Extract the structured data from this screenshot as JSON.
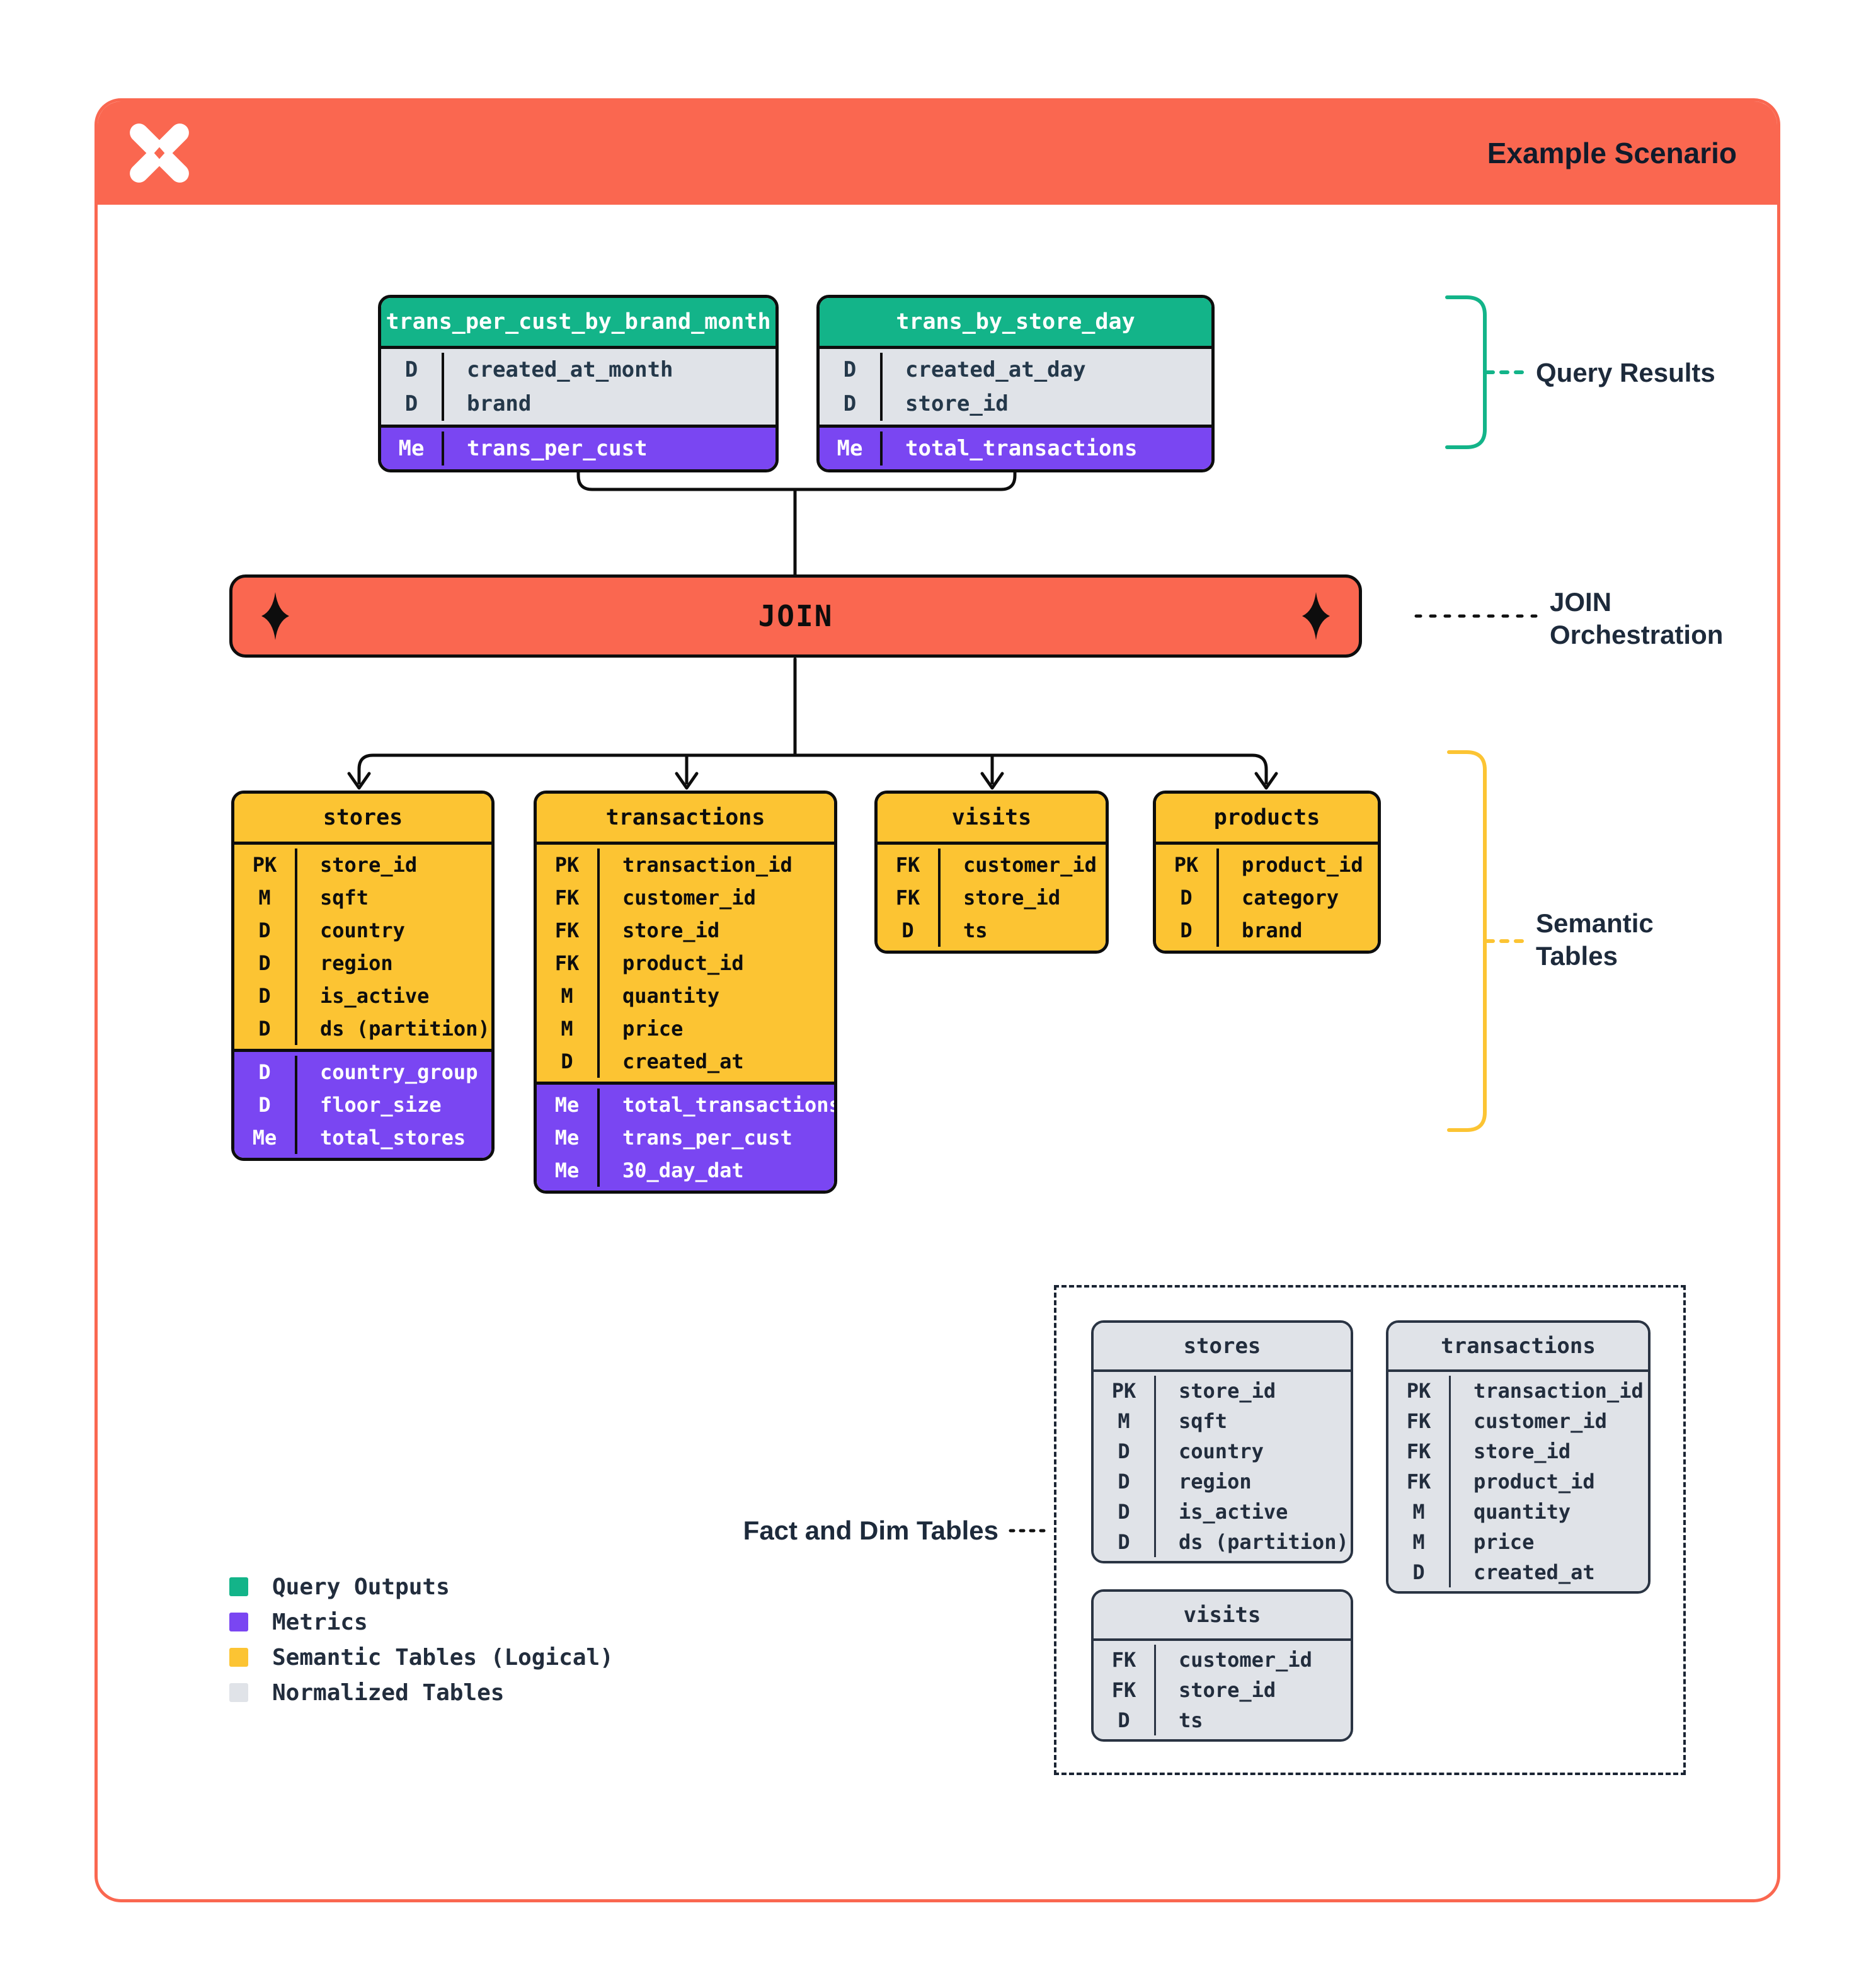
{
  "header": {
    "title": "Example Scenario"
  },
  "join": {
    "label": "JOIN"
  },
  "annotations": {
    "query_results": "Query Results",
    "join_orch": [
      "JOIN",
      "Orchestration"
    ],
    "semantic": [
      "Semantic",
      "Tables"
    ],
    "fact_dim": "Fact and Dim Tables"
  },
  "colors": {
    "orange": "#FA6750",
    "teal": "#13B489",
    "purple": "#7A46F2",
    "yellow": "#FCC433",
    "gray": "#E0E3E8",
    "navy": "#222D3D",
    "black": "#0D0D0D"
  },
  "query_tables": [
    {
      "title": "trans_per_cust_by_brand_month",
      "dims": [
        [
          "D",
          "created_at_month"
        ],
        [
          "D",
          "brand"
        ]
      ],
      "metrics": [
        [
          "Me",
          "trans_per_cust"
        ]
      ]
    },
    {
      "title": "trans_by_store_day",
      "dims": [
        [
          "D",
          "created_at_day"
        ],
        [
          "D",
          "store_id"
        ]
      ],
      "metrics": [
        [
          "Me",
          "total_transactions"
        ]
      ]
    }
  ],
  "semantic_tables": [
    {
      "title": "stores",
      "dims": [
        [
          "PK",
          "store_id"
        ],
        [
          "M",
          "sqft"
        ],
        [
          "D",
          "country"
        ],
        [
          "D",
          "region"
        ],
        [
          "D",
          "is_active"
        ],
        [
          "D",
          "ds (partition)"
        ]
      ],
      "metrics": [
        [
          "D",
          "country_group"
        ],
        [
          "D",
          "floor_size"
        ],
        [
          "Me",
          "total_stores"
        ]
      ]
    },
    {
      "title": "transactions",
      "dims": [
        [
          "PK",
          "transaction_id"
        ],
        [
          "FK",
          "customer_id"
        ],
        [
          "FK",
          "store_id"
        ],
        [
          "FK",
          "product_id"
        ],
        [
          "M",
          "quantity"
        ],
        [
          "M",
          "price"
        ],
        [
          "D",
          "created_at"
        ]
      ],
      "metrics": [
        [
          "Me",
          "total_transactions"
        ],
        [
          "Me",
          "trans_per_cust"
        ],
        [
          "Me",
          "30_day_dat"
        ]
      ]
    },
    {
      "title": "visits",
      "dims": [
        [
          "FK",
          "customer_id"
        ],
        [
          "FK",
          "store_id"
        ],
        [
          "D",
          "ts"
        ]
      ],
      "metrics": []
    },
    {
      "title": "products",
      "dims": [
        [
          "PK",
          "product_id"
        ],
        [
          "D",
          "category"
        ],
        [
          "D",
          "brand"
        ]
      ],
      "metrics": []
    }
  ],
  "normalized_tables": [
    {
      "title": "stores",
      "dims": [
        [
          "PK",
          "store_id"
        ],
        [
          "M",
          "sqft"
        ],
        [
          "D",
          "country"
        ],
        [
          "D",
          "region"
        ],
        [
          "D",
          "is_active"
        ],
        [
          "D",
          "ds (partition)"
        ]
      ]
    },
    {
      "title": "transactions",
      "dims": [
        [
          "PK",
          "transaction_id"
        ],
        [
          "FK",
          "customer_id"
        ],
        [
          "FK",
          "store_id"
        ],
        [
          "FK",
          "product_id"
        ],
        [
          "M",
          "quantity"
        ],
        [
          "M",
          "price"
        ],
        [
          "D",
          "created_at"
        ]
      ]
    },
    {
      "title": "visits",
      "dims": [
        [
          "FK",
          "customer_id"
        ],
        [
          "FK",
          "store_id"
        ],
        [
          "D",
          "ts"
        ]
      ]
    }
  ],
  "legend": {
    "items": [
      {
        "label": "Query Outputs",
        "swatch": "teal"
      },
      {
        "label": "Metrics",
        "swatch": "purple"
      },
      {
        "label": "Semantic Tables (Logical)",
        "swatch": "yellow"
      },
      {
        "label": "Normalized Tables",
        "swatch": "gray"
      }
    ]
  }
}
